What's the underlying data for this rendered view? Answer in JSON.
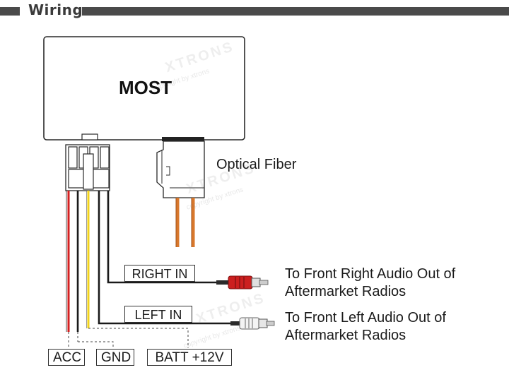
{
  "header": {
    "title": "Wiring"
  },
  "module": {
    "label": "MOST"
  },
  "optical": {
    "label": "Optical Fiber"
  },
  "inputs": {
    "right": {
      "label": "RIGHT IN"
    },
    "left": {
      "label": "LEFT IN"
    }
  },
  "destinations": {
    "right": {
      "line1": "To Front Right Audio Out of",
      "line2": "Aftermarket Radios"
    },
    "left": {
      "line1": "To Front Left Audio Out of",
      "line2": "Aftermarket Radios"
    }
  },
  "power": {
    "acc": "ACC",
    "gnd": "GND",
    "batt": "BATT +12V"
  },
  "watermark": {
    "brand": "XTRONS",
    "copyright": "copyright by xtrons"
  },
  "colors": {
    "header": "#4a4a4a",
    "wire_red": "#d42020",
    "wire_yellow": "#f2d31b",
    "wire_black": "#1a1a1a",
    "fiber": "#d9782c",
    "rca_red": "#cc1f1f"
  }
}
